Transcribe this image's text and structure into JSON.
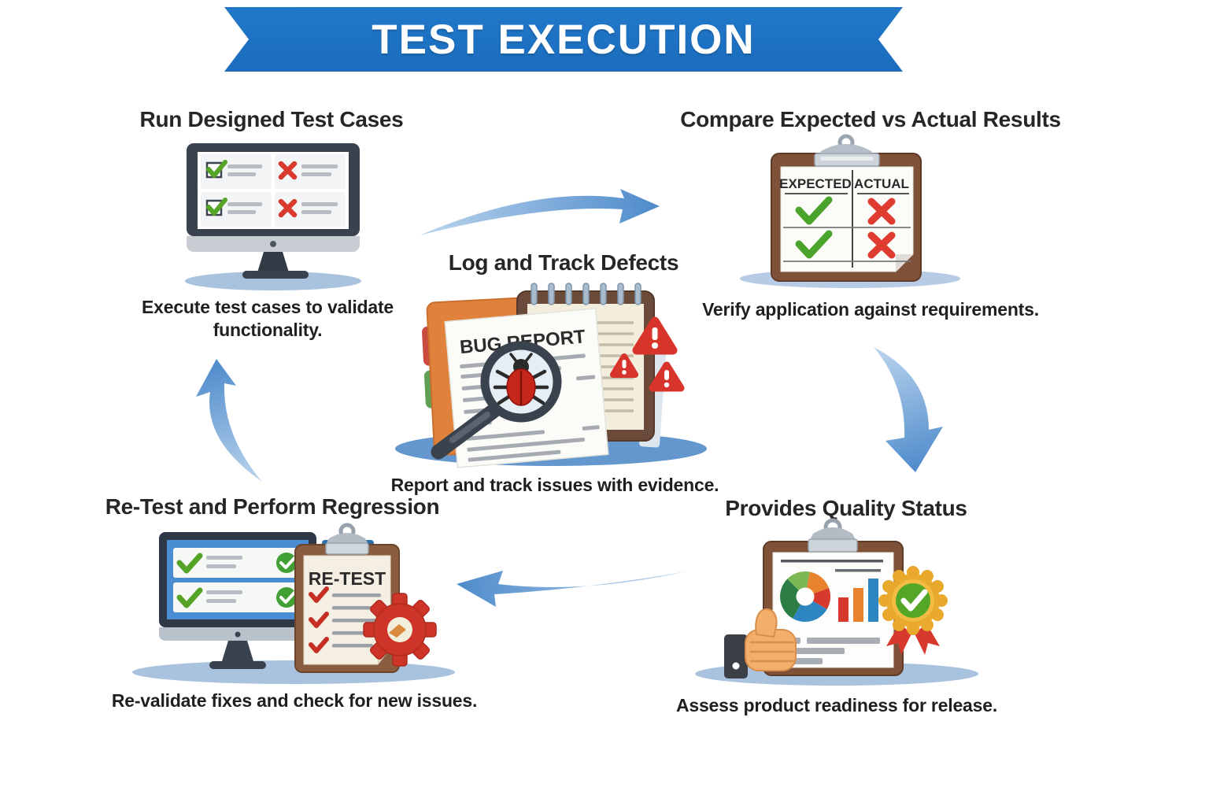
{
  "banner": {
    "title": "TEST EXECUTION",
    "color": "#1b6cbd"
  },
  "steps": {
    "run_tests": {
      "title": "Run Designed Test Cases",
      "caption": "Execute test cases to validate functionality."
    },
    "compare_results": {
      "title": "Compare Expected vs Actual Results",
      "caption": "Verify application against requirements.",
      "table_headers": [
        "EXPECTED",
        "ACTUAL"
      ]
    },
    "log_defects": {
      "title": "Log and Track Defects",
      "caption": "Report and track issues with evidence.",
      "document_title": "BUG REPORT"
    },
    "retest_regression": {
      "title": "Re-Test and Perform Regression",
      "caption": "Re-validate fixes and check for new issues.",
      "document_title": "RE-TEST"
    },
    "quality_status": {
      "title": "Provides Quality Status",
      "caption": "Assess product readiness for release."
    }
  },
  "icons": {
    "run_tests": [
      "monitor-icon",
      "check-icon",
      "cross-icon"
    ],
    "compare_results": [
      "clipboard-icon",
      "check-icon",
      "cross-icon"
    ],
    "log_defects": [
      "folder-icon",
      "notepad-icon",
      "bug-icon",
      "magnifier-icon",
      "warning-icon"
    ],
    "retest_regression": [
      "monitor-icon",
      "clipboard-icon",
      "check-icon",
      "gear-icon"
    ],
    "quality_status": [
      "clipboard-icon",
      "pie-chart-icon",
      "bar-chart-icon",
      "award-badge-icon",
      "thumbs-up-icon"
    ],
    "flow": [
      "curved-arrow-icon"
    ]
  },
  "colors": {
    "banner_blue": "#1b6cbd",
    "arrow_blue": "#5d95d2",
    "check_green": "#53a627",
    "error_red": "#d93a2e",
    "clipboard_brown": "#7e5138",
    "shadow_blue": "#a9c2de",
    "screen_blue": "#4a8dd2",
    "folder_orange": "#e0813c",
    "gear_red": "#ce3529",
    "badge_gold": "#e8a92c"
  }
}
